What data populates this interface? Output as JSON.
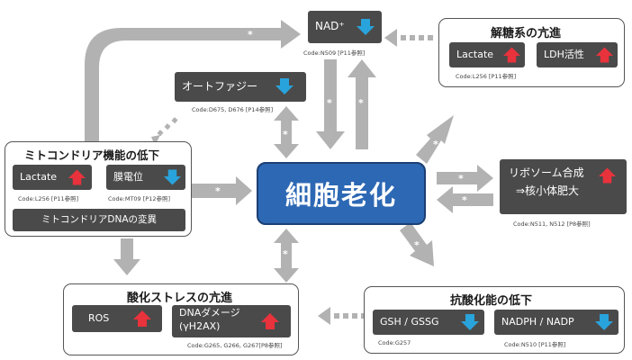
{
  "center": {
    "label": "細胞老化"
  },
  "star": "*",
  "nad": {
    "label": "NAD⁺",
    "code": "Code:N509 [P11参照]"
  },
  "autophagy": {
    "label": "オートファジー",
    "code": "Code:D675, D676 [P14参照]"
  },
  "glycolysis": {
    "title": "解糖系の亢進",
    "lactate": "Lactate",
    "ldh": "LDH活性",
    "code": "Code:L256 [P11参照]"
  },
  "mito": {
    "title": "ミトコンドリア機能の低下",
    "lactate": "Lactate",
    "lactate_code": "Code:L256 [P11参照]",
    "membrane": "膜電位",
    "membrane_code": "Code:MT09 [P12参照]",
    "dna": "ミトコンドリアDNAの変異"
  },
  "ribosome": {
    "line1": "リボソーム合成",
    "line2": "⇒核小体肥大",
    "code": "Code:N511, N512 [P8参照]"
  },
  "oxstress": {
    "title": "酸化ストレスの亢進",
    "ros": "ROS",
    "dna_line1": "DNAダメージ",
    "dna_line2": "(γH2AX)",
    "code": "Code:G265, G266, G267[P8参照]"
  },
  "antiox": {
    "title": "抗酸化能の低下",
    "gsh": "GSH / GSSG",
    "gsh_code": "Code:G257",
    "nadph": "NADPH / NADP",
    "nadph_code": "Code:N510 [P11参照]"
  },
  "colors": {
    "up": "#e8323c",
    "down": "#29a3db",
    "box": "#4a4a4a",
    "arrow": "#b2b2b2",
    "center": "#2d68b4"
  },
  "icons": {
    "up": "red-up-arrow-icon",
    "down": "blue-down-arrow-icon"
  }
}
